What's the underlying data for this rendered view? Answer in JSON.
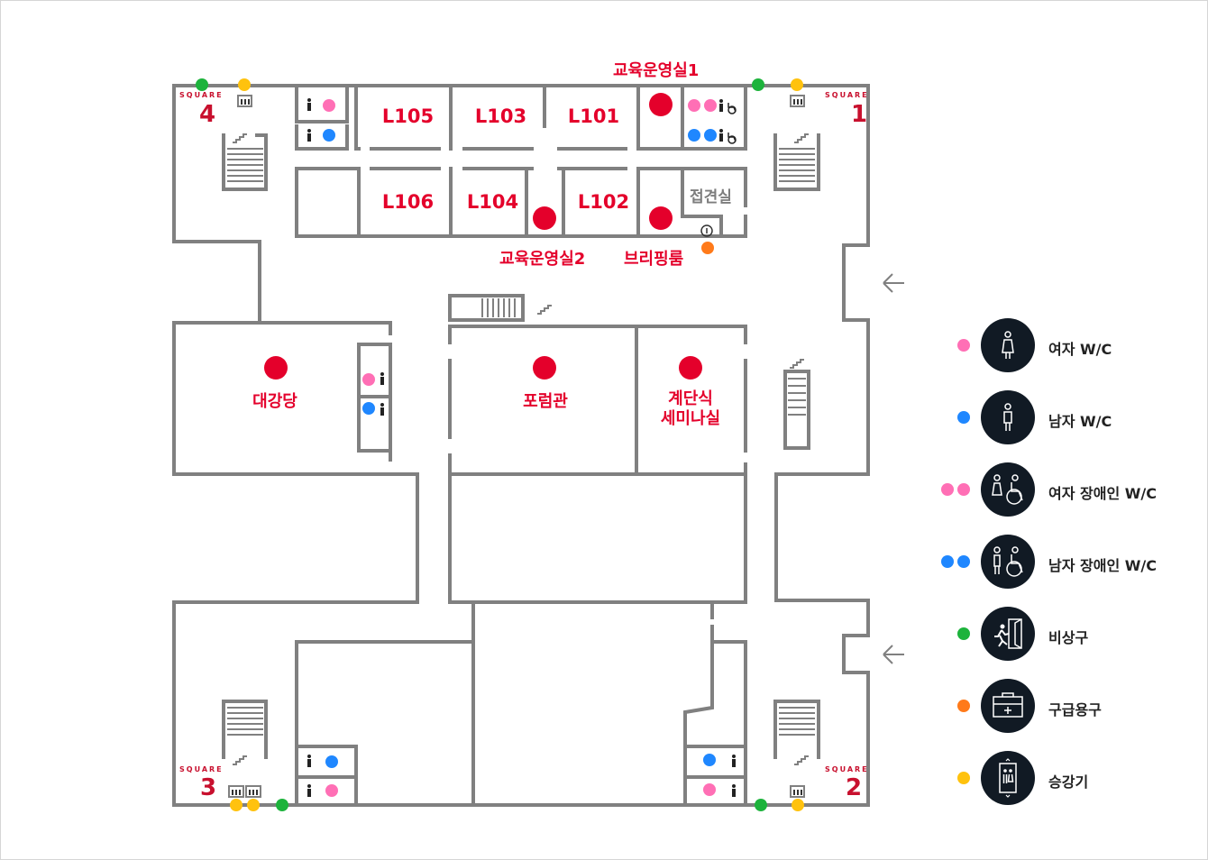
{
  "colors": {
    "wall": "#808080",
    "accent_red": "#e4002b",
    "female": "#ff6fb5",
    "male": "#1f87ff",
    "exit": "#1db33c",
    "first_aid": "#ff7a1a",
    "elevator": "#ffc20e",
    "legend_icon_bg": "#111a24"
  },
  "rooms": {
    "l105": "L105",
    "l103": "L103",
    "l101": "L101",
    "l106": "L106",
    "l104": "L104",
    "l102": "L102",
    "reception": "접견실",
    "auditorium": "대강당",
    "forum": "포럼관",
    "seminar_line1": "계단식",
    "seminar_line2": "세미나실"
  },
  "labels": {
    "edu_room_1": "교육운영실1",
    "edu_room_2": "교육운영실2",
    "briefing_room": "브리핑룸"
  },
  "squares": {
    "caption": "SQUARE",
    "sq1": "1",
    "sq2": "2",
    "sq3": "3",
    "sq4": "4"
  },
  "legend": [
    {
      "icon": "female-wc-icon",
      "dots": "female",
      "count": 1,
      "label": "여자 W/C"
    },
    {
      "icon": "male-wc-icon",
      "dots": "male",
      "count": 1,
      "label": "남자 W/C"
    },
    {
      "icon": "female-accessible-wc-icon",
      "dots": "female",
      "count": 2,
      "label": "여자 장애인 W/C"
    },
    {
      "icon": "male-accessible-wc-icon",
      "dots": "male",
      "count": 2,
      "label": "남자 장애인 W/C"
    },
    {
      "icon": "emergency-exit-icon",
      "dots": "exit",
      "count": 1,
      "label": "비상구"
    },
    {
      "icon": "first-aid-kit-icon",
      "dots": "first_aid",
      "count": 1,
      "label": "구급용구"
    },
    {
      "icon": "elevator-icon",
      "dots": "elevator",
      "count": 1,
      "label": "승강기"
    }
  ]
}
